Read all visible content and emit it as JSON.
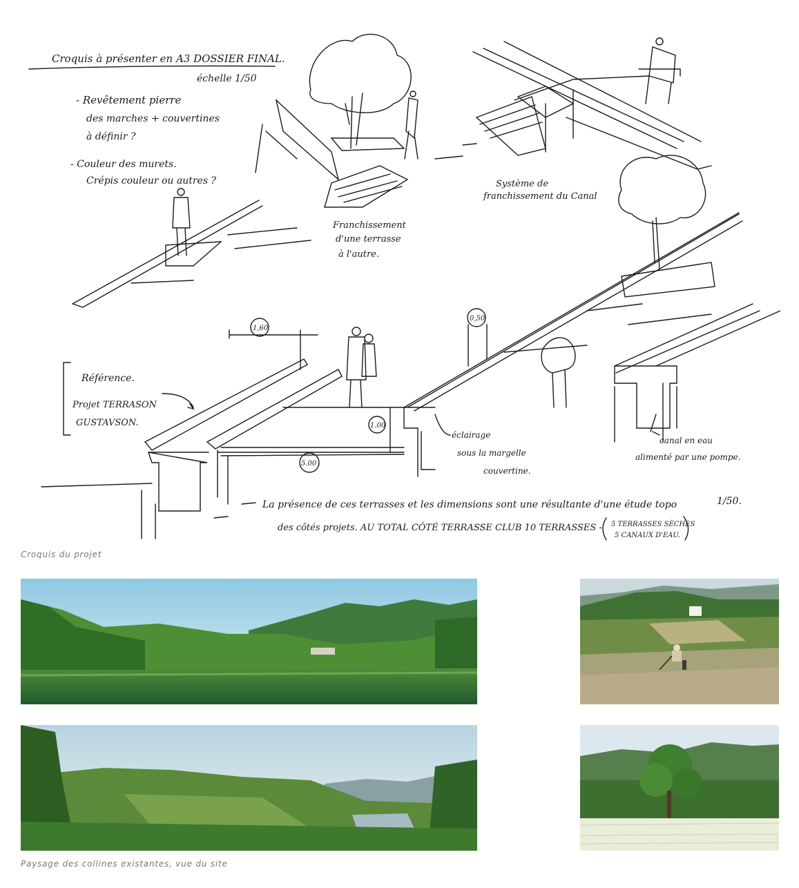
{
  "sketch": {
    "title_line1": "Croquis à présenter en A3 DOSSIER FINAL.",
    "title_line2": "échelle 1/50",
    "note1_line1": "- Revêtement pierre",
    "note1_line2": "des marches + couvertines",
    "note1_line3": "à définir ?",
    "note2_line1": "- Couleur des murets.",
    "note2_line2": "Crépis couleur ou autres ?",
    "label_terrace_line1": "Franchissement",
    "label_terrace_line2": "d'une terrasse",
    "label_terrace_line3": "à l'autre.",
    "label_canal_line1": "Système de",
    "label_canal_line2": "franchissement du Canal",
    "reference_line1": "Référence.",
    "reference_line2": "Projet TERRASON",
    "reference_line3": "GUSTAVSON.",
    "dim_160": "1,60",
    "dim_050": "0,50",
    "dim_100": "1.00",
    "dim_500": "5.00",
    "eclairage_line1": "éclairage",
    "eclairage_line2": "sous la margelle",
    "eclairage_line3": "couvertine.",
    "canal_line1": "canal en eau",
    "canal_line2": "alimenté par une pompe.",
    "bottom_line1": "La présence de ces terrasses et les dimensions sont une résultante d'une étude topo",
    "bottom_line2": "des côtés projets.   AU TOTAL   CÔTÉ TERRASSE CLUB  10 TERRASSES -",
    "bottom_paren1": "5 TERRASSES SÈCHES",
    "bottom_paren2": "5 CANAUX D'EAU.",
    "scale_right": "1/50."
  },
  "caption_sketch": "Croquis du projet",
  "caption_photos": "Paysage des collines existantes, vue du site"
}
